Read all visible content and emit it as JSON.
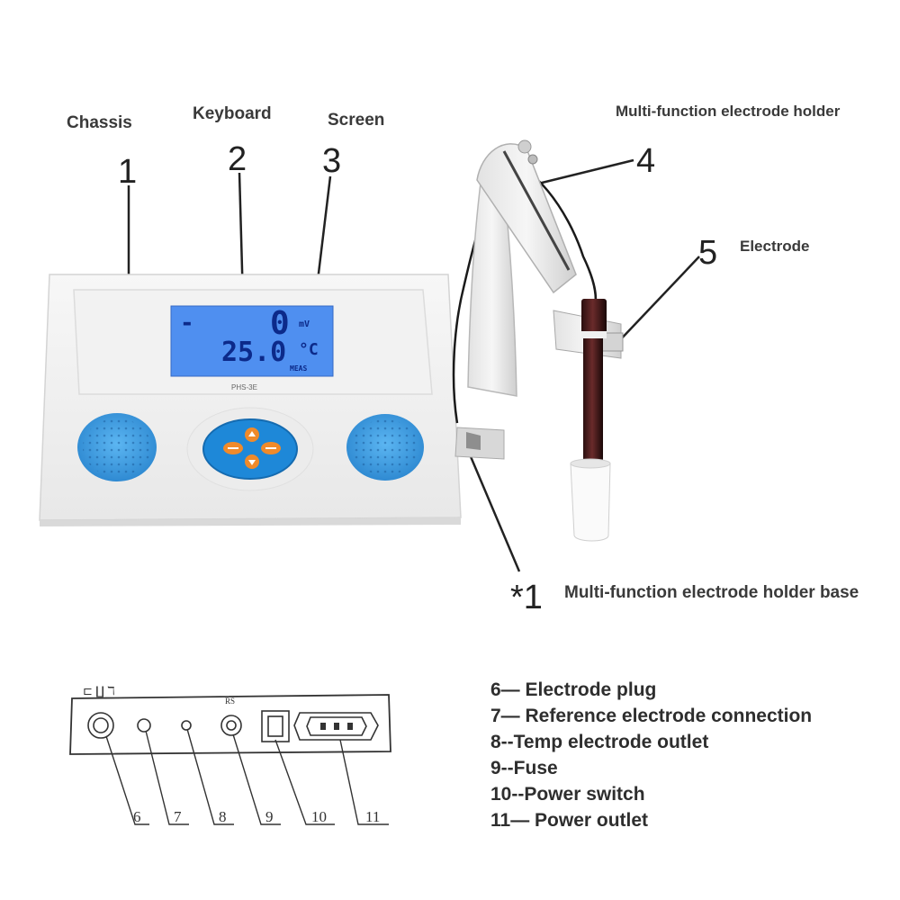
{
  "labels": {
    "chassis": "Chassis",
    "keyboard": "Keyboard",
    "screen": "Screen",
    "holder": "Multi-function electrode holder",
    "electrode": "Electrode",
    "holder_base": "Multi-function electrode holder base"
  },
  "numbers": {
    "n1": "1",
    "n2": "2",
    "n3": "3",
    "n4": "4",
    "n5": "5",
    "n1star": "*1"
  },
  "display": {
    "sign": "-",
    "value": "0",
    "unit": "mV",
    "temp": "25.0",
    "temp_unit": "°C",
    "mode": "MEAS",
    "model": "PHS-3E"
  },
  "panel": {
    "top_mark": "⊏ ∐ ℸ",
    "rs": "RS",
    "numbers": [
      "6",
      "7",
      "8",
      "9",
      "10",
      "11"
    ]
  },
  "legend": [
    "6— Electrode plug",
    "7— Reference electrode connection",
    "8--Temp electrode outlet",
    "9--Fuse",
    "10--Power switch",
    "11— Power outlet"
  ],
  "colors": {
    "lcd": "#4f8ff0",
    "speaker": "#3a9ae0",
    "keypad": "#1e88d8",
    "key": "#f08a2a"
  }
}
